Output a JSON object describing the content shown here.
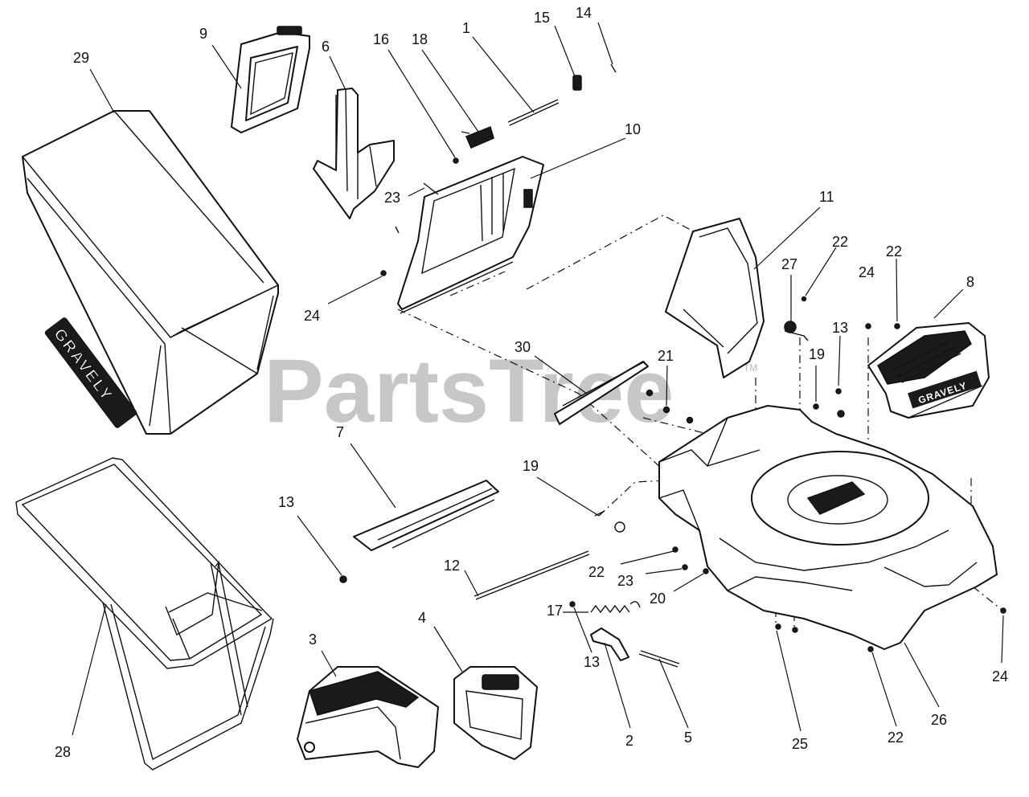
{
  "watermark": {
    "text": "PartsTree",
    "tm": "TM"
  },
  "brand": {
    "text": "GRAVELY"
  },
  "callouts": [
    {
      "id": "c29",
      "label": "29"
    },
    {
      "id": "c9",
      "label": "9"
    },
    {
      "id": "c6",
      "label": "6"
    },
    {
      "id": "c16",
      "label": "16"
    },
    {
      "id": "c18",
      "label": "18"
    },
    {
      "id": "c1",
      "label": "1"
    },
    {
      "id": "c15",
      "label": "15"
    },
    {
      "id": "c14",
      "label": "14"
    },
    {
      "id": "c10",
      "label": "10"
    },
    {
      "id": "c23a",
      "label": "23"
    },
    {
      "id": "c24a",
      "label": "24"
    },
    {
      "id": "c11",
      "label": "11"
    },
    {
      "id": "c22a",
      "label": "22"
    },
    {
      "id": "c27",
      "label": "27"
    },
    {
      "id": "c24b",
      "label": "24"
    },
    {
      "id": "c22b",
      "label": "22"
    },
    {
      "id": "c8",
      "label": "8"
    },
    {
      "id": "c13a",
      "label": "13"
    },
    {
      "id": "c19a",
      "label": "19"
    },
    {
      "id": "c30",
      "label": "30"
    },
    {
      "id": "c21",
      "label": "21"
    },
    {
      "id": "c7",
      "label": "7"
    },
    {
      "id": "c19b",
      "label": "19"
    },
    {
      "id": "c13b",
      "label": "13"
    },
    {
      "id": "c22c",
      "label": "22"
    },
    {
      "id": "c23b",
      "label": "23"
    },
    {
      "id": "c12",
      "label": "12"
    },
    {
      "id": "c20",
      "label": "20"
    },
    {
      "id": "c17",
      "label": "17"
    },
    {
      "id": "c4",
      "label": "4"
    },
    {
      "id": "c3",
      "label": "3"
    },
    {
      "id": "c13c",
      "label": "13"
    },
    {
      "id": "c2",
      "label": "2"
    },
    {
      "id": "c5",
      "label": "5"
    },
    {
      "id": "c25",
      "label": "25"
    },
    {
      "id": "c22d",
      "label": "22"
    },
    {
      "id": "c26",
      "label": "26"
    },
    {
      "id": "c24c",
      "label": "24"
    },
    {
      "id": "c28",
      "label": "28"
    }
  ]
}
